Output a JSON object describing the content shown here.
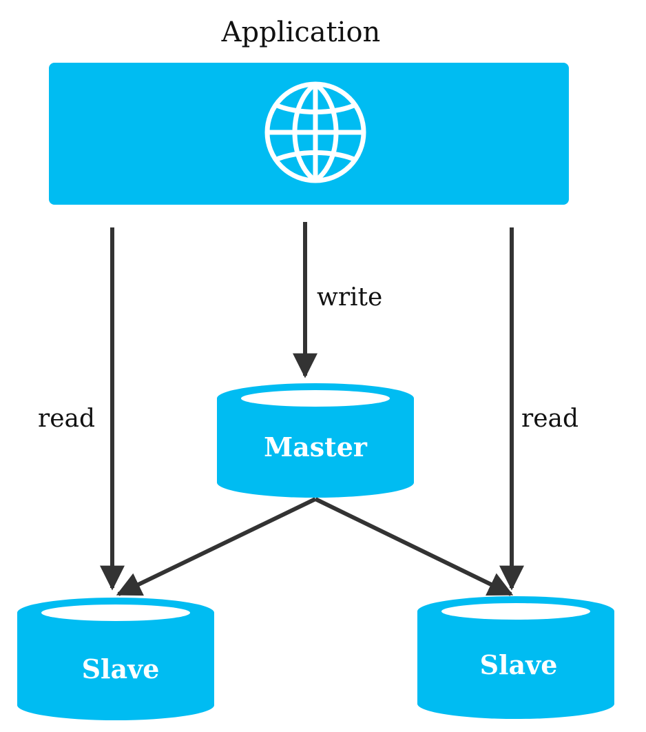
{
  "diagram": {
    "app_title": "Application",
    "write_label": "write",
    "read_left_label": "read",
    "read_right_label": "read",
    "master_label": "Master",
    "slave_left_label": "Slave",
    "slave_right_label": "Slave"
  },
  "icons": {
    "application": "globe-icon"
  },
  "colors": {
    "node_fill": "#00bcf2",
    "arrow": "#333333",
    "text": "#111111",
    "node_text": "#ffffff"
  }
}
